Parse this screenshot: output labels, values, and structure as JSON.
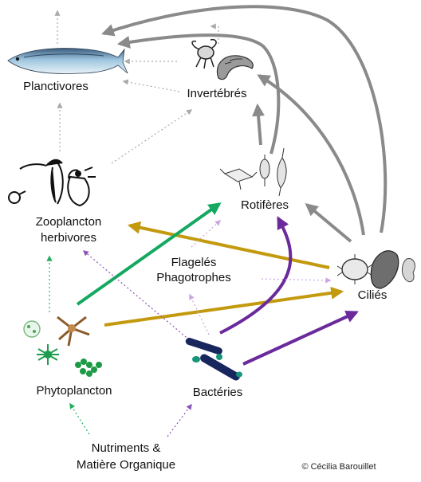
{
  "colors": {
    "grey": "#8a8a8a",
    "dotted_grey": "#aaaaaa",
    "gold": "#c39a0e",
    "green": "#14a860",
    "purple": "#6a2a9c",
    "dotted_purple": "#8a55b8",
    "dotted_green": "#22b060",
    "bacteria_navy": "#17275e",
    "bacteria_teal": "#15967a"
  },
  "labels": {
    "planctivores": "Planctivores",
    "invertebres": "Invertébrés",
    "rotiferes": "Rotifères",
    "zooplancton_line1": "Zooplancton",
    "zooplancton_line2": "herbivores",
    "flageles_line1": "Flagelés",
    "flageles_line2": "Phagotrophes",
    "cilies": "Ciliés",
    "phytoplancton": "Phytoplancton",
    "bacteries": "Bactéries",
    "nutriments_line1": "Nutriments &",
    "nutriments_line2": "Matière Organique"
  },
  "credit": "© Cécilia Barouillet",
  "icons": {
    "fish": "fish-icon",
    "copepod": "copepod-icon",
    "amphipod": "amphipod-icon",
    "daphnia": "daphnia-icon",
    "rotifers": "rotifer-icon",
    "ciliates": "ciliate-icon",
    "phytoplankton": "phytoplankton-icon",
    "bacteria": "bacteria-icon"
  }
}
